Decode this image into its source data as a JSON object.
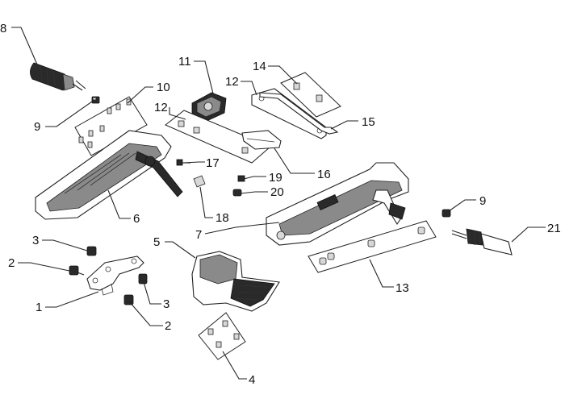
{
  "diagram": {
    "callouts": [
      {
        "id": "c8",
        "label": "8"
      },
      {
        "id": "c11",
        "label": "11"
      },
      {
        "id": "c12a",
        "label": "12"
      },
      {
        "id": "c14",
        "label": "14"
      },
      {
        "id": "c10",
        "label": "10"
      },
      {
        "id": "c9a",
        "label": "9"
      },
      {
        "id": "c12b",
        "label": "12"
      },
      {
        "id": "c15",
        "label": "15"
      },
      {
        "id": "c17",
        "label": "17"
      },
      {
        "id": "c16",
        "label": "16"
      },
      {
        "id": "c19",
        "label": "19"
      },
      {
        "id": "c20",
        "label": "20"
      },
      {
        "id": "c6",
        "label": "6"
      },
      {
        "id": "c18",
        "label": "18"
      },
      {
        "id": "c9b",
        "label": "9"
      },
      {
        "id": "c21",
        "label": "21"
      },
      {
        "id": "c7",
        "label": "7"
      },
      {
        "id": "c3a",
        "label": "3"
      },
      {
        "id": "c5",
        "label": "5"
      },
      {
        "id": "c2a",
        "label": "2"
      },
      {
        "id": "c13",
        "label": "13"
      },
      {
        "id": "c1",
        "label": "1"
      },
      {
        "id": "c3b",
        "label": "3"
      },
      {
        "id": "c2b",
        "label": "2"
      },
      {
        "id": "c4",
        "label": "4"
      }
    ]
  }
}
